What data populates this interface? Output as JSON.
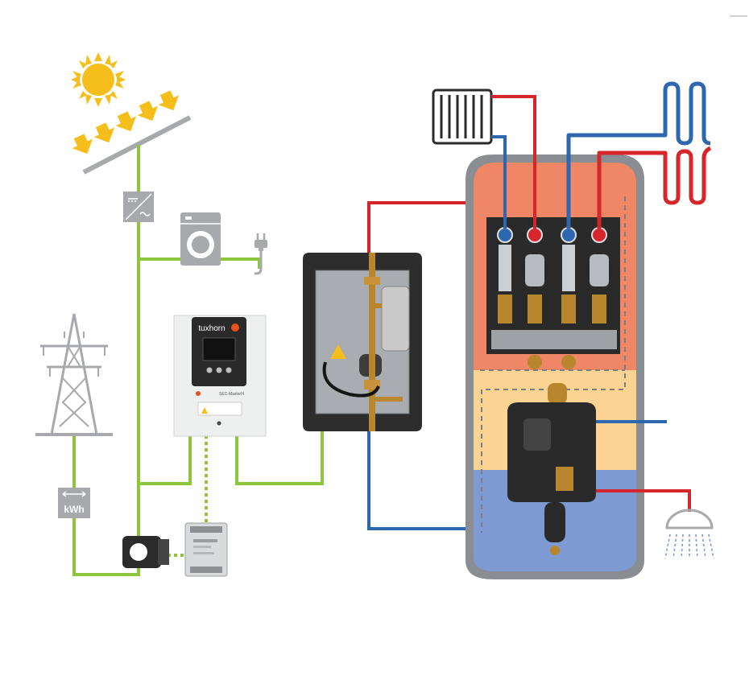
{
  "meter": {
    "unit_label": "kWh"
  },
  "controller": {
    "brand": "tuxhorn",
    "model_text": "SEC-MasterH",
    "brand_color": "#e9531b"
  },
  "colors": {
    "green_line": "#8cc63f",
    "red_pipe": "#d7262b",
    "blue_pipe": "#2e67b0",
    "tank_hot": "#ef8766",
    "tank_mid": "#fbd493",
    "tank_cold": "#7d9bd2",
    "tank_shell": "#8a8d92",
    "icon_grey": "#a7a9ac",
    "sun_yellow": "#f6be1a"
  },
  "icons": [
    "sun-icon",
    "solar-panel-icon",
    "inverter-icon",
    "washing-machine-icon",
    "power-plug-icon",
    "power-pylon-icon",
    "energy-meter-icon",
    "current-clamp-icon",
    "din-rail-module-icon",
    "radiator-icon",
    "floor-heating-coil-icon",
    "shower-head-icon"
  ]
}
